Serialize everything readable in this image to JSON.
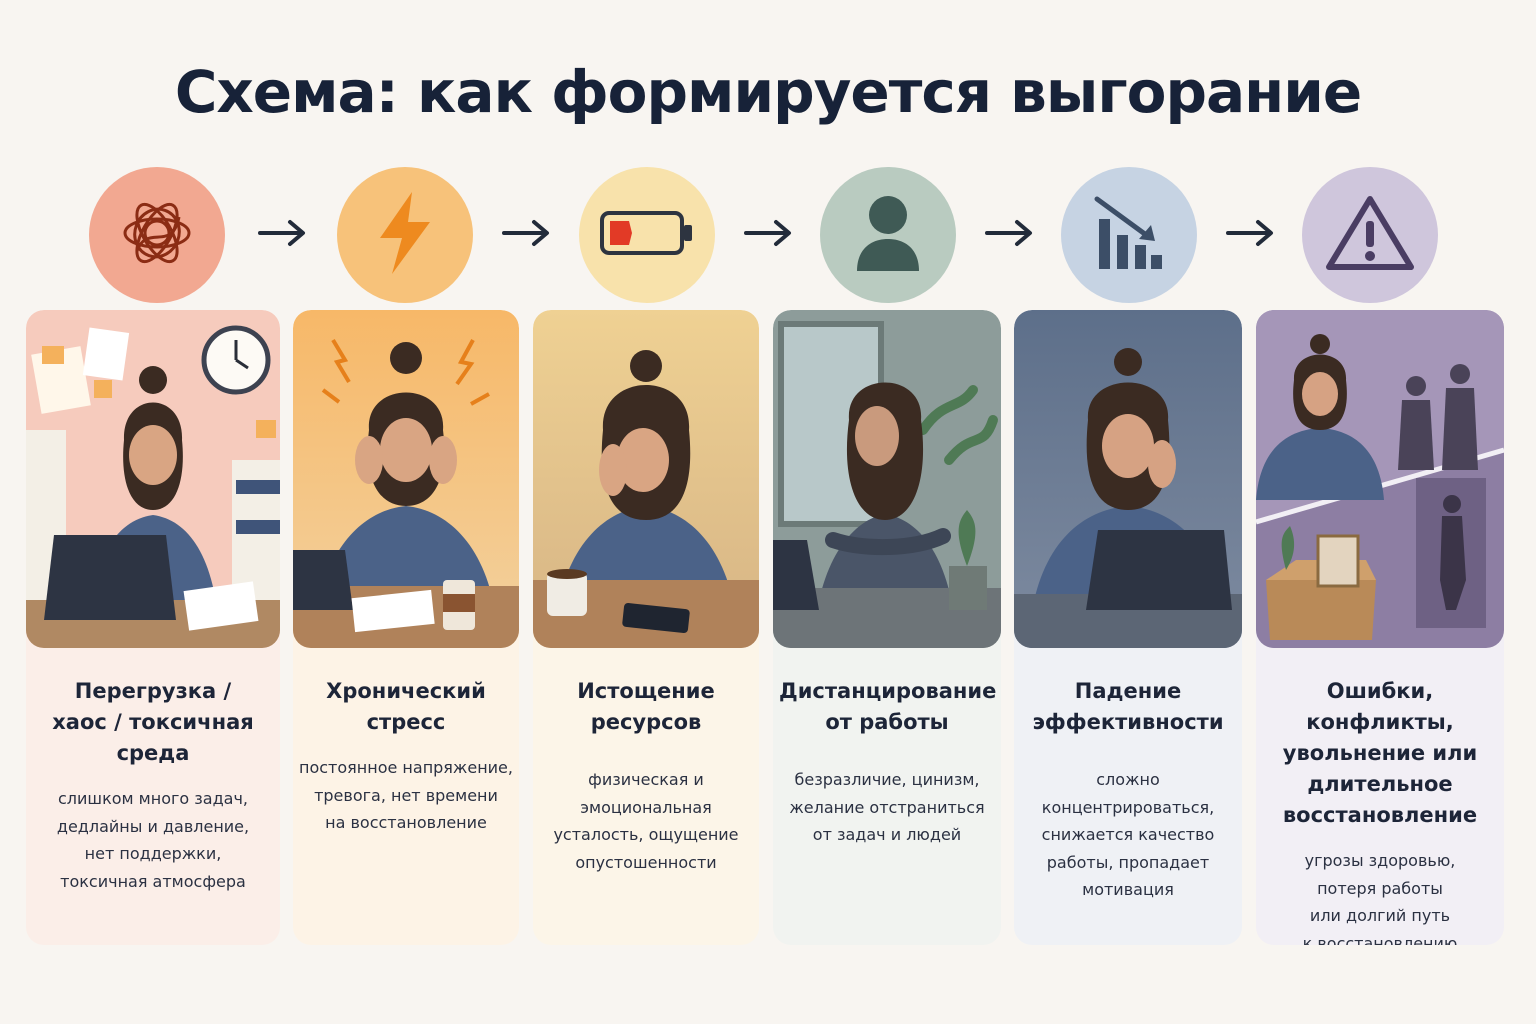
{
  "title": "Схема: как формируется выгорание",
  "colors": {
    "stage1": "#f2a891",
    "stage2": "#f7c27a",
    "stage3": "#f8e2ab",
    "stage4": "#b9cbc0",
    "stage5": "#c6d3e3",
    "stage6": "#cfc6dc"
  },
  "stages": [
    {
      "icon": "tangle-icon",
      "title": "Перегрузка / хаос / токсичная среда",
      "title_lines": [
        "Перегрузка /",
        "хаос / токсичная",
        "среда"
      ],
      "desc_lines": [
        "слишком много задач,",
        "дедлайны и давление,",
        "нет поддержки,",
        "токсичная атмосфера"
      ]
    },
    {
      "icon": "lightning-icon",
      "title_lines": [
        "Хронический",
        "стресс"
      ],
      "desc_lines": [
        "постоянное напряжение,",
        "тревога, нет времени",
        "на восстановление"
      ]
    },
    {
      "icon": "low-battery-icon",
      "title_lines": [
        "Истощение",
        "ресурсов"
      ],
      "desc_lines": [
        "физическая и",
        "эмоциональная",
        "усталость, ощущение",
        "опустошенности"
      ]
    },
    {
      "icon": "person-icon",
      "title_lines": [
        "Дистанцирование",
        "от работы"
      ],
      "desc_lines": [
        "безразличие, цинизм,",
        "желание отстраниться",
        "от задач и людей"
      ]
    },
    {
      "icon": "declining-chart-icon",
      "title_lines": [
        "Падение",
        "эффективности"
      ],
      "desc_lines": [
        "сложно концентрироваться,",
        "снижается качество",
        "работы, пропадает",
        "мотивация"
      ]
    },
    {
      "icon": "warning-icon",
      "title_lines": [
        "Ошибки, конфликты,",
        "увольнение или",
        "длительное",
        "восстановление"
      ],
      "desc_lines": [
        "угрозы здоровью,",
        "потеря работы",
        "или долгий путь",
        "к восстановлению"
      ]
    }
  ]
}
